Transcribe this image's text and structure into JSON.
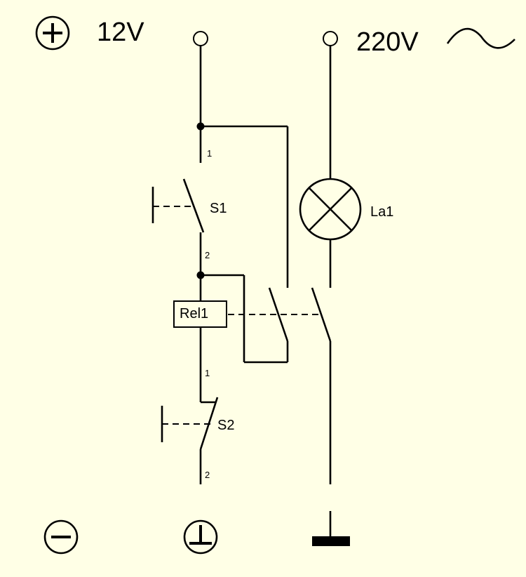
{
  "supply": {
    "dc_label": "12V",
    "ac_label": "220V"
  },
  "switch_s1": {
    "label": "S1",
    "pin_top": "1",
    "pin_bottom": "2"
  },
  "switch_s2": {
    "label": "S2",
    "pin_top": "1",
    "pin_bottom": "2"
  },
  "relay": {
    "label": "Rel1"
  },
  "lamp": {
    "label": "La1"
  }
}
